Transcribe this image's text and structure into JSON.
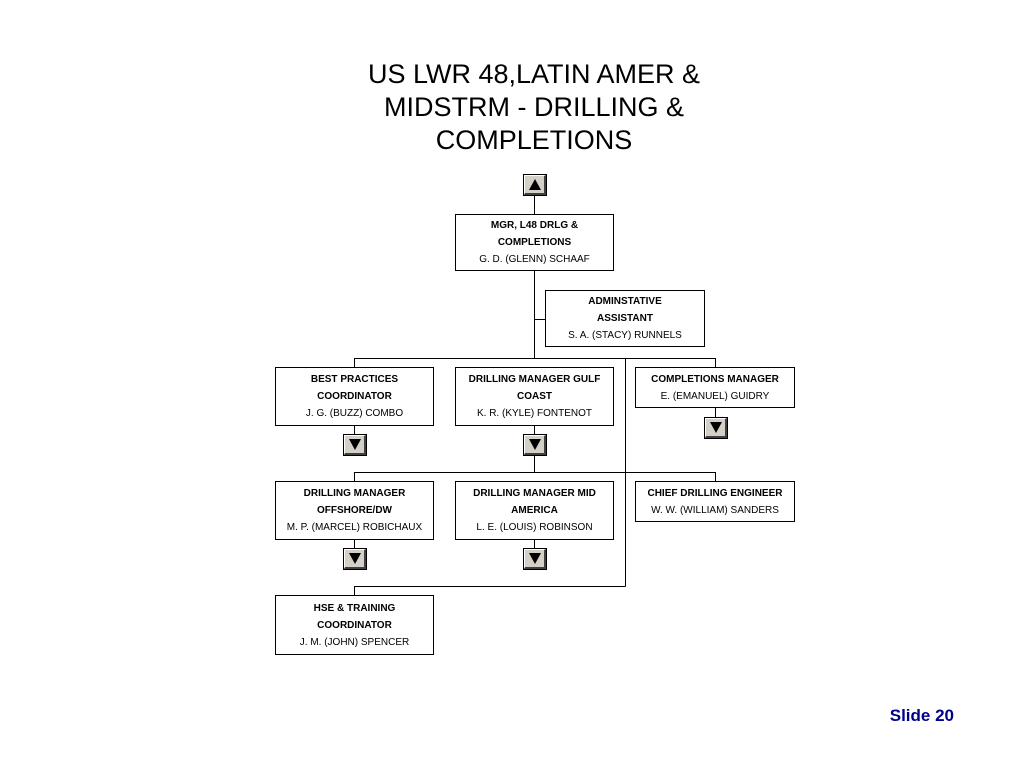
{
  "title": {
    "line1": "US LWR 48,LATIN AMER &",
    "line2": "MIDSTRM - DRILLING &",
    "line3": "COMPLETIONS"
  },
  "nodes": {
    "mgr": {
      "role_line1": "MGR, L48 DRLG &",
      "role_line2": "COMPLETIONS",
      "person": "G. D. (GLENN) SCHAAF"
    },
    "admin": {
      "role_line1": "ADMINSTATIVE",
      "role_line2": "ASSISTANT",
      "person": "S. A. (STACY) RUNNELS"
    },
    "best_practices": {
      "role_line1": "BEST PRACTICES",
      "role_line2": "COORDINATOR",
      "person": "J. G. (BUZZ) COMBO"
    },
    "gulf_coast": {
      "role_line1": "DRILLING MANAGER GULF",
      "role_line2": "COAST",
      "person": "K. R. (KYLE) FONTENOT"
    },
    "completions": {
      "role_line1": "COMPLETIONS MANAGER",
      "person": "E. (EMANUEL) GUIDRY"
    },
    "offshore": {
      "role_line1": "DRILLING MANAGER",
      "role_line2": "OFFSHORE/DW",
      "person": "M. P. (MARCEL) ROBICHAUX"
    },
    "mid_america": {
      "role_line1": "DRILLING MANAGER MID",
      "role_line2": "AMERICA",
      "person": "L. E. (LOUIS) ROBINSON"
    },
    "chief_engineer": {
      "role_line1": "CHIEF DRILLING ENGINEER",
      "person": "W. W. (WILLIAM) SANDERS"
    },
    "hse": {
      "role_line1": "HSE & TRAINING",
      "role_line2": "COORDINATOR",
      "person": "J. M. (JOHN) SPENCER"
    }
  },
  "nav_icons": {
    "up": "up-arrow-icon",
    "down": "down-arrow-icon"
  },
  "footer": {
    "slide_label": "Slide 20"
  }
}
